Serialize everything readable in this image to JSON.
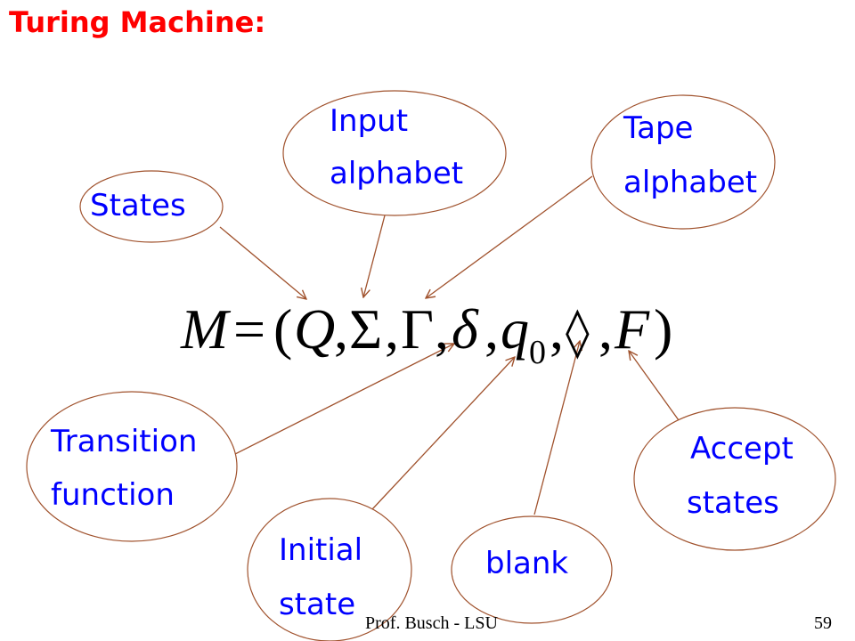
{
  "slide": {
    "title": "Turing Machine:",
    "footer_left": "Prof. Busch - LSU",
    "page_number": "59"
  },
  "formula": {
    "lhs": "M",
    "equals": "=",
    "open": "(",
    "close": ")",
    "sep": ",",
    "Q": "Q",
    "Sigma": "Σ",
    "Gamma": "Γ",
    "delta": "δ",
    "q": "q",
    "q_sub": "0",
    "blank": "◊",
    "F": "F"
  },
  "labels": {
    "states": "States",
    "input_line1": "Input",
    "input_line2": "alphabet",
    "tape_line1": "Tape",
    "tape_line2": "alphabet",
    "transition_line1": "Transition",
    "transition_line2": "function",
    "initial_line1": "Initial",
    "initial_line2": "state",
    "blank": "blank",
    "accept_line1": "Accept",
    "accept_line2": "states"
  },
  "colors": {
    "title": "#ff0000",
    "label": "#0000ff",
    "outline": "#a0522d",
    "text": "#000000"
  }
}
